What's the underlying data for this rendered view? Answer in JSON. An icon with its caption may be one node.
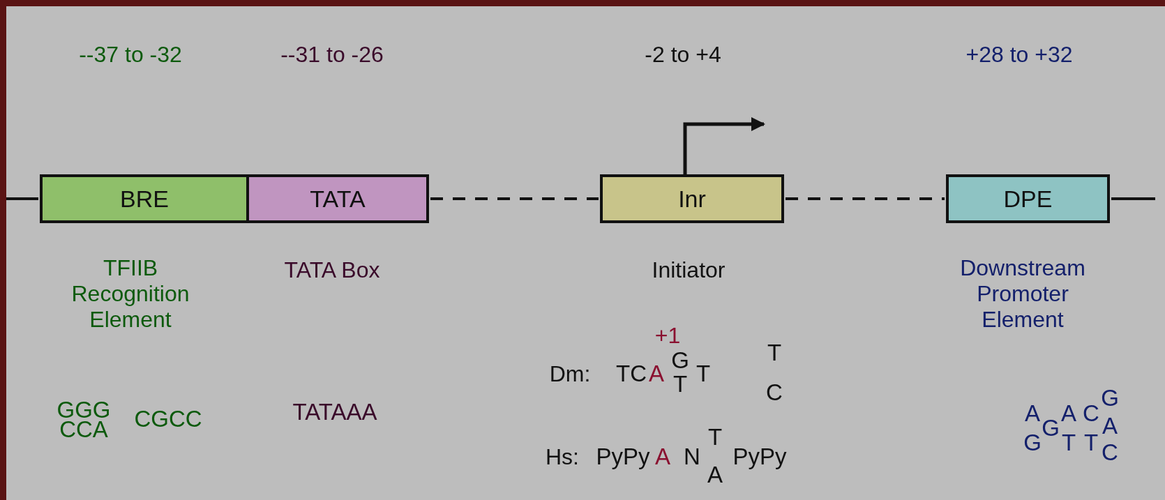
{
  "diagram": {
    "nodes": [
      {
        "text": [
          "BRE"
        ]
      },
      {
        "text": [
          "TATA"
        ]
      },
      {
        "text": [
          "Inr"
        ]
      },
      {
        "text": [
          "DPE"
        ]
      }
    ],
    "edges": [
      {
        "from": null,
        "to": 0,
        "arrow": "none"
      },
      {
        "from": 1,
        "to": 2,
        "arrow": "none",
        "style": "dashed"
      },
      {
        "from": 2,
        "to": 3,
        "arrow": "none",
        "style": "dashed"
      },
      {
        "from": 3,
        "to": null,
        "arrow": "none"
      },
      {
        "from": 2,
        "to": null,
        "arrow": "to"
      }
    ],
    "labels": [
      "--37 to -32",
      "--31 to -26",
      "-2 to +4",
      "+28 to +32",
      "TFIIB Recognition Element",
      "TATA Box",
      "Initiator",
      "Downstream Promoter Element",
      "+1",
      "Dm:",
      "TC",
      "A",
      "G",
      "T",
      "T",
      "T",
      "C",
      "GGG",
      "CCA",
      "CGCC",
      "TATAAA",
      "Hs:",
      "PyPy",
      "A",
      "N",
      "T",
      "A",
      "PyPy",
      "A",
      "G",
      "G",
      "A",
      "T",
      "C",
      "T",
      "G",
      "A",
      "C"
    ]
  }
}
